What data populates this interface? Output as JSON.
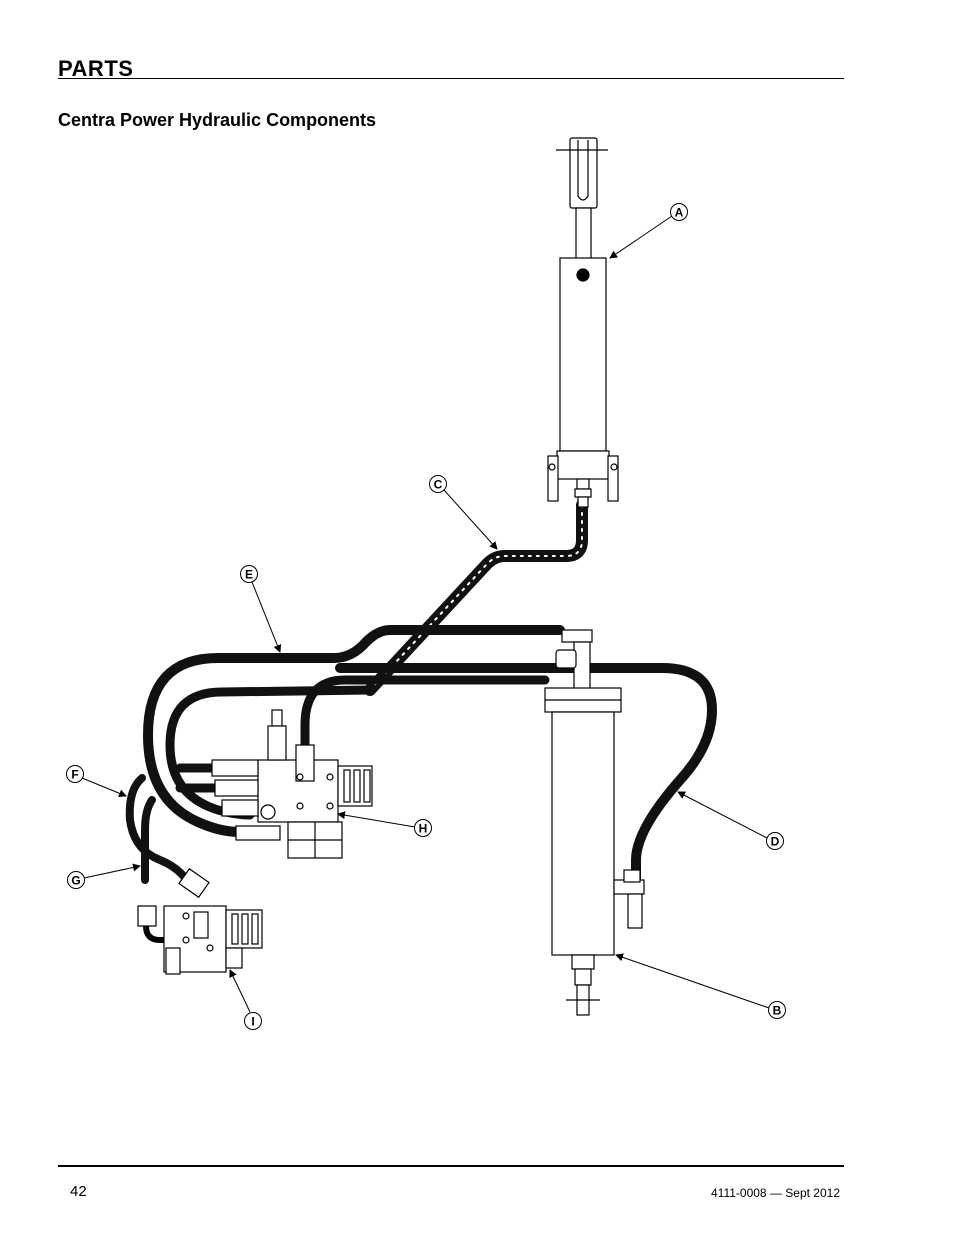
{
  "header": {
    "section_title": "PARTS",
    "subheading": "Centra Power Hydraulic Components"
  },
  "diagram": {
    "callouts": [
      {
        "id": "a",
        "label": "A"
      },
      {
        "id": "b",
        "label": "B"
      },
      {
        "id": "c",
        "label": "C"
      },
      {
        "id": "d",
        "label": "D"
      },
      {
        "id": "e",
        "label": "E"
      },
      {
        "id": "f",
        "label": "F"
      },
      {
        "id": "g",
        "label": "G"
      },
      {
        "id": "h",
        "label": "H"
      },
      {
        "id": "i",
        "label": "I"
      }
    ]
  },
  "footer": {
    "page_number": "42",
    "doc_id": "4111-0008 — Sept 2012"
  }
}
